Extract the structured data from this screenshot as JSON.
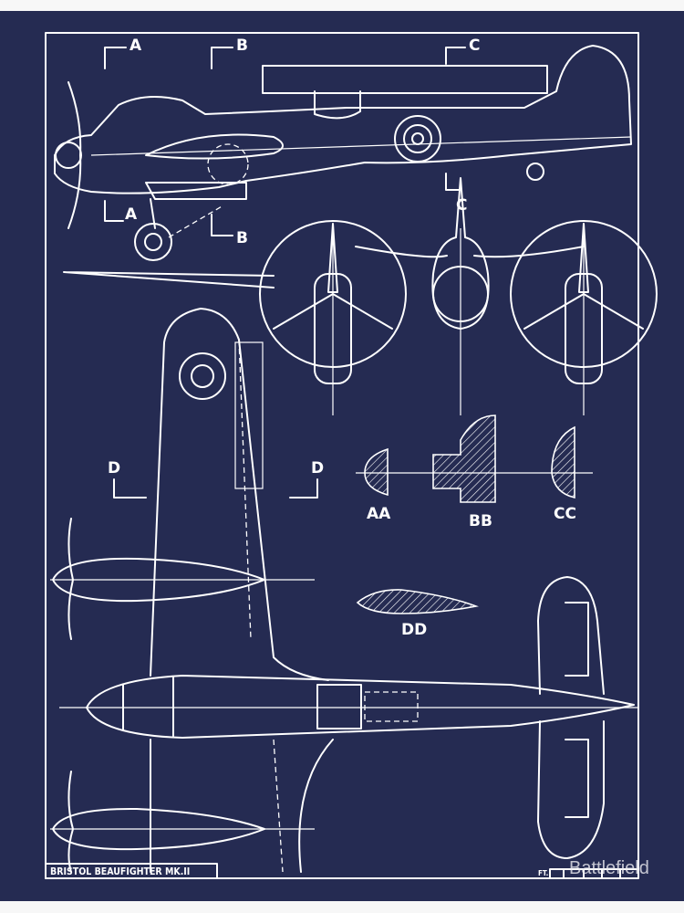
{
  "title_block": {
    "text": "BRISTOL BEAUFIGHTER MK.II"
  },
  "scale": {
    "unit": "FT."
  },
  "section_markers": {
    "a": "A",
    "b": "B",
    "c": "C",
    "d": "D"
  },
  "sections": {
    "aa": "AA",
    "bb": "BB",
    "cc": "CC",
    "dd": "DD"
  },
  "watermark": "Battlefield",
  "colors": {
    "background": "#252b52",
    "lines": "#ffffff",
    "page": "#f7f7f7"
  }
}
